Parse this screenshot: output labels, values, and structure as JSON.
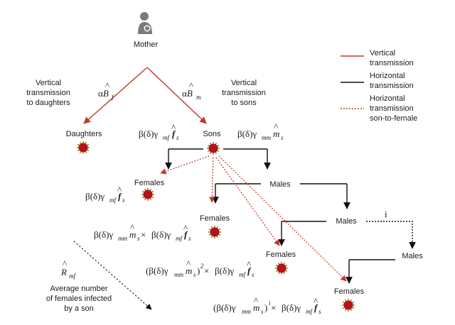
{
  "colors": {
    "red": "#c0392b",
    "black": "#111111",
    "virus": "#b5121b",
    "virus_spike": "#8a7a1a",
    "mother_icon": "#7a7a7a"
  },
  "icons": {
    "mother": "mother-breastfeeding-icon",
    "virus": "virus-icon"
  },
  "nodes": {
    "mother": "Mother",
    "daughters": "Daughters",
    "sons": "Sons",
    "females": "Females",
    "males": "Males"
  },
  "edge_labels": {
    "vertical_daughters": [
      "Vertical",
      "transmission",
      "to daughters"
    ],
    "vertical_sons": [
      "Vertical",
      "transmission",
      "to sons"
    ],
    "alpha": "α",
    "B": "B",
    "sub_f": "f",
    "sub_m": "m",
    "i": "i"
  },
  "formula": {
    "beta_delta": "β(δ)γ",
    "sub_mf": "mf",
    "sub_mm": "mm",
    "sub_s": "s",
    "f": "f",
    "m": "m",
    "times": " × ",
    "paren_open": "(β(δ)γ",
    "paren_close": ")",
    "sup_2": "2",
    "sup_i": "i"
  },
  "legend": {
    "vertical": [
      "Vertical",
      "transmission"
    ],
    "horizontal": [
      "Horizontal",
      "transmission"
    ],
    "horizontal_son_female": [
      "Horizontal",
      "transmission",
      "son-to-female"
    ]
  },
  "r_mf": {
    "R": "R",
    "sub": "mf",
    "desc": [
      "Average number",
      "of females infected",
      "by a son"
    ]
  }
}
